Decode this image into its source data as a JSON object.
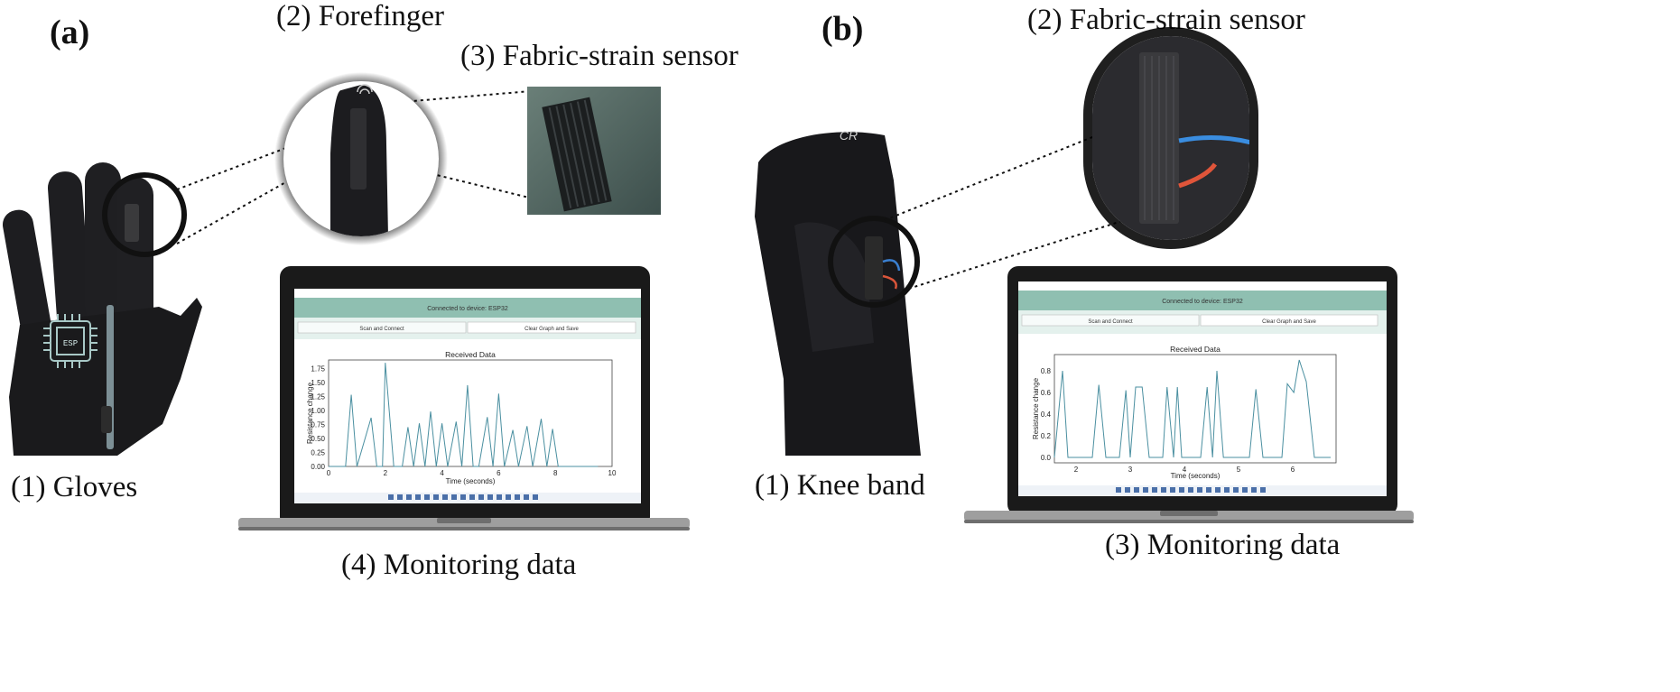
{
  "panel_a": {
    "tag": "(a)",
    "labels": {
      "gloves": "(1) Gloves",
      "forefinger": "(2) Forefinger",
      "sensor": "(3) Fabric-strain sensor",
      "monitoring": "(4) Monitoring data"
    },
    "chip_label": "ESP",
    "screen": {
      "status": "Connected to device: ESP32",
      "scan_button": "Scan and Connect",
      "clear_button": "Clear Graph and Save",
      "chart": {
        "title": "Received Data",
        "xlabel": "Time (seconds)",
        "ylabel": "Resistance change",
        "xticks": [
          "0",
          "2",
          "4",
          "6",
          "8",
          "10"
        ],
        "yticks": [
          "0.00",
          "0.25",
          "0.50",
          "0.75",
          "1.00",
          "1.25",
          "1.50",
          "1.75"
        ]
      }
    }
  },
  "panel_b": {
    "tag": "(b)",
    "labels": {
      "knee": "(1) Knee band",
      "sensor": "(2) Fabric-strain sensor",
      "monitoring": "(3) Monitoring data"
    },
    "brand_mark": "CR",
    "screen": {
      "status": "Connected to device: ESP32",
      "scan_button": "Scan and Connect",
      "clear_button": "Clear Graph and Save",
      "chart": {
        "title": "Received Data",
        "xlabel": "Time (seconds)",
        "ylabel": "Resistance change",
        "xticks": [
          "2",
          "3",
          "4",
          "5",
          "6"
        ],
        "yticks": [
          "0.0",
          "0.2",
          "0.4",
          "0.6",
          "0.8"
        ]
      }
    }
  },
  "chart_data": [
    {
      "type": "line",
      "title": "Received Data",
      "xlabel": "Time (seconds)",
      "ylabel": "Resistance change",
      "xlim": [
        0,
        10
      ],
      "ylim": [
        0,
        1.9
      ],
      "color": "#4a8fa0",
      "x": [
        0,
        0.6,
        0.8,
        1.0,
        1.5,
        1.7,
        1.9,
        2.0,
        2.3,
        2.6,
        2.8,
        3.0,
        3.2,
        3.4,
        3.6,
        3.8,
        4.0,
        4.2,
        4.5,
        4.7,
        4.9,
        5.1,
        5.3,
        5.6,
        5.8,
        6.0,
        6.2,
        6.5,
        6.7,
        7.0,
        7.2,
        7.5,
        7.7,
        7.9,
        8.1,
        8.3,
        8.5,
        8.7,
        8.9,
        9.1,
        9.5
      ],
      "y": [
        0,
        0,
        1.28,
        0,
        0.87,
        0,
        0,
        1.85,
        0,
        0,
        0.7,
        0,
        0.77,
        0,
        0.98,
        0,
        0.77,
        0,
        0.8,
        0,
        1.45,
        0,
        0,
        0.88,
        0,
        1.3,
        0,
        0.65,
        0,
        0.72,
        0,
        0.85,
        0,
        0.67,
        0,
        0,
        0,
        0,
        0,
        0,
        0
      ]
    },
    {
      "type": "line",
      "title": "Received Data",
      "xlabel": "Time (seconds)",
      "ylabel": "Resistance change",
      "xlim": [
        1.6,
        6.8
      ],
      "ylim": [
        -0.05,
        0.95
      ],
      "color": "#4a8fa0",
      "x": [
        1.6,
        1.75,
        1.85,
        1.95,
        2.3,
        2.42,
        2.55,
        2.8,
        2.92,
        3.0,
        3.1,
        3.22,
        3.35,
        3.6,
        3.68,
        3.8,
        3.87,
        3.95,
        4.3,
        4.42,
        4.52,
        4.6,
        4.72,
        5.2,
        5.32,
        5.45,
        5.8,
        5.9,
        6.02,
        6.12,
        6.25,
        6.4,
        6.7
      ],
      "y": [
        0,
        0.8,
        0,
        0,
        0,
        0.67,
        0,
        0,
        0.62,
        0,
        0.65,
        0.65,
        0,
        0,
        0.65,
        0,
        0.65,
        0,
        0,
        0.65,
        0,
        0.8,
        0,
        0,
        0.63,
        0,
        0,
        0.68,
        0.6,
        0.9,
        0.7,
        0,
        0
      ]
    }
  ]
}
